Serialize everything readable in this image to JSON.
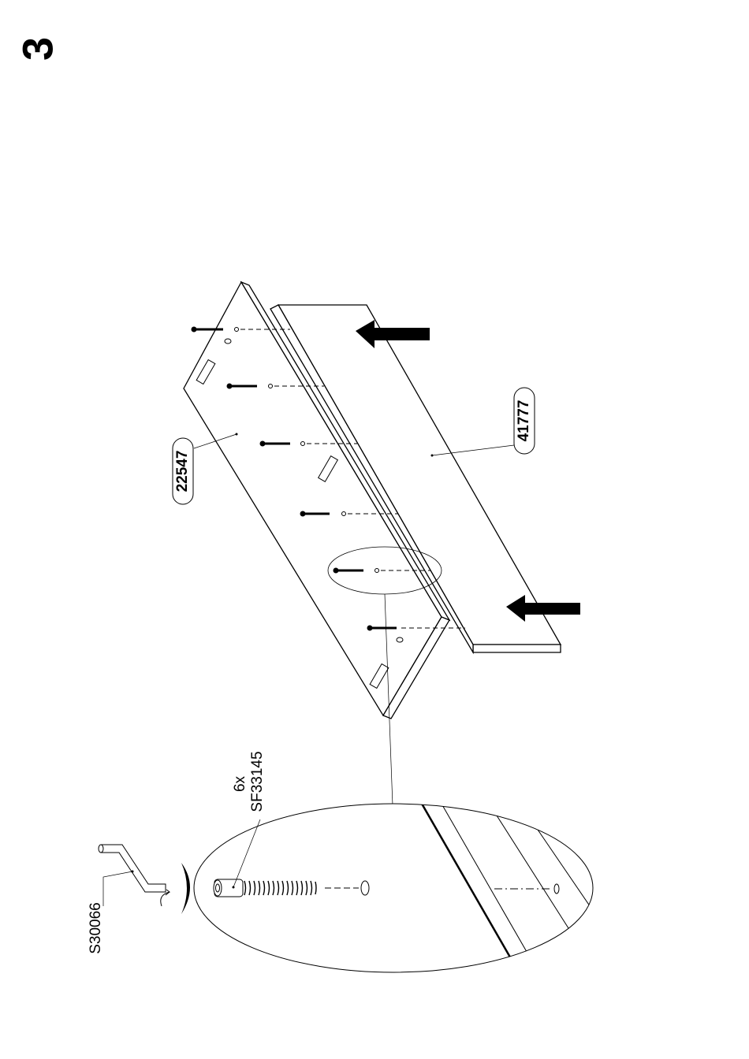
{
  "step": {
    "number": "3"
  },
  "parts": {
    "top_panel": "22547",
    "side_panel": "41777",
    "screw_count": "6x",
    "screw_code": "SF33145",
    "tool_code": "S30066"
  },
  "icons": {
    "allen_key": "allen-key-icon",
    "rotate": "rotate-arrow-icon",
    "push_arrow": "push-arrow-icon"
  },
  "colors": {
    "ink": "#000000",
    "paper": "#ffffff"
  }
}
